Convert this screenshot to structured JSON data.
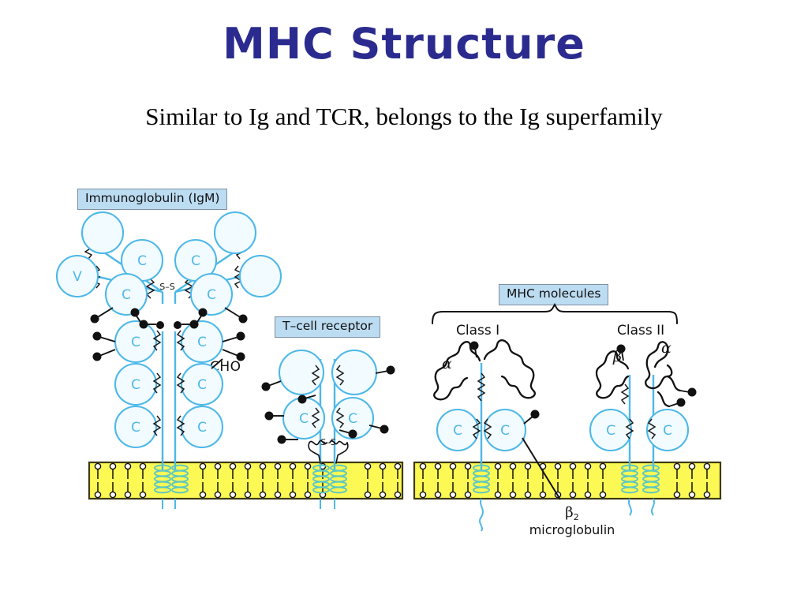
{
  "slide": {
    "title": "MHC Structure",
    "subtitle": "Similar to Ig and TCR, belongs to the Ig superfamily",
    "title_color": "#2b2b8f"
  },
  "figure": {
    "labels": {
      "immunoglobulin": "Immunoglobulin (IgM)",
      "tcr": "T–cell receptor",
      "mhc": "MHC molecules",
      "class_i": "Class I",
      "class_ii": "Class II",
      "cho": "CHO",
      "b2_microglobulin_line1": "β",
      "b2_microglobulin_sub": "2",
      "b2_microglobulin_line2": "microglobulin"
    },
    "chain_labels": {
      "class_i_alpha": "α",
      "class_ii_beta": "β",
      "class_ii_alpha": "α"
    },
    "domain_letters": {
      "variable": "V",
      "constant": "C"
    },
    "bond_label": "S–S",
    "colors": {
      "domain_stroke": "#4db8e8",
      "domain_fill": "#f2fbff",
      "membrane_fill": "#fdf954",
      "membrane_border": "#3d3a12",
      "transmembrane_coil": "#5fc8c0",
      "label_box_fill": "#bcdcf2",
      "label_box_border": "#7f8f9e",
      "ink": "#111111"
    },
    "structures": [
      {
        "name": "Immunoglobulin (IgM)",
        "domains": [
          "V",
          "V",
          "C",
          "C",
          "C",
          "C",
          "C",
          "C",
          "C",
          "C"
        ],
        "transmembrane_helices": 2,
        "disulfide_bonds": [
          "S–S",
          "S–S"
        ],
        "carbohydrate_label": "CHO"
      },
      {
        "name": "T–cell receptor",
        "domains": [
          "V",
          "V",
          "C",
          "C"
        ],
        "transmembrane_helices": 2,
        "disulfide_bonds": [
          "S–S"
        ]
      },
      {
        "name": "Class I",
        "chains": [
          "α",
          "β2 microglobulin"
        ],
        "domains": [
          "C",
          "C"
        ],
        "transmembrane_helices": 1
      },
      {
        "name": "Class II",
        "chains": [
          "β",
          "α"
        ],
        "domains": [
          "C",
          "C"
        ],
        "transmembrane_helices": 2
      }
    ]
  }
}
